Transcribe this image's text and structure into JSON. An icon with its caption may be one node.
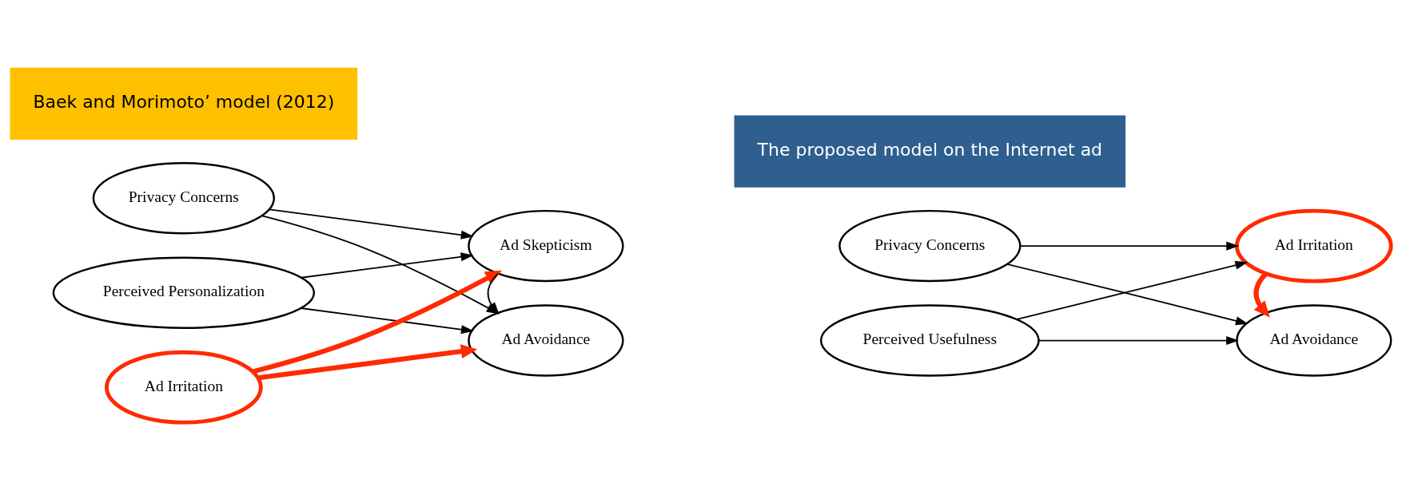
{
  "diagram": {
    "nodes": [
      {
        "text": [
          "Baek and Morimoto’ model (2012)"
        ]
      },
      {
        "text": [
          "Privacy Concerns"
        ]
      },
      {
        "text": [
          "Perceived Personalization"
        ]
      },
      {
        "text": [
          "Ad Irritation"
        ]
      },
      {
        "text": [
          "Ad Skepticism"
        ]
      },
      {
        "text": [
          "Ad Avoidance"
        ]
      },
      {
        "text": [
          "The proposed model on the Internet ad"
        ]
      },
      {
        "text": [
          "Privacy Concerns"
        ]
      },
      {
        "text": [
          "Perceived Usefulness"
        ]
      },
      {
        "text": [
          "Ad Irritation"
        ]
      },
      {
        "text": [
          "Ad Avoidance"
        ]
      }
    ],
    "edges": [
      {
        "from": 1,
        "to": 4,
        "arrow": "to"
      },
      {
        "from": 1,
        "to": 5,
        "arrow": "to"
      },
      {
        "from": 2,
        "to": 4,
        "arrow": "to"
      },
      {
        "from": 2,
        "to": 5,
        "arrow": "to"
      },
      {
        "from": 3,
        "to": 4,
        "arrow": "to",
        "style": "thick",
        "color": "#ff2a00"
      },
      {
        "from": 3,
        "to": 5,
        "arrow": "to",
        "style": "thick",
        "color": "#ff2a00"
      },
      {
        "from": 4,
        "to": 5,
        "arrow": "to"
      },
      {
        "from": 7,
        "to": 9,
        "arrow": "to"
      },
      {
        "from": 7,
        "to": 10,
        "arrow": "to"
      },
      {
        "from": 8,
        "to": 9,
        "arrow": "to"
      },
      {
        "from": 8,
        "to": 10,
        "arrow": "to"
      },
      {
        "from": 9,
        "to": 10,
        "arrow": "to",
        "style": "thick",
        "color": "#ff2a00"
      }
    ]
  }
}
